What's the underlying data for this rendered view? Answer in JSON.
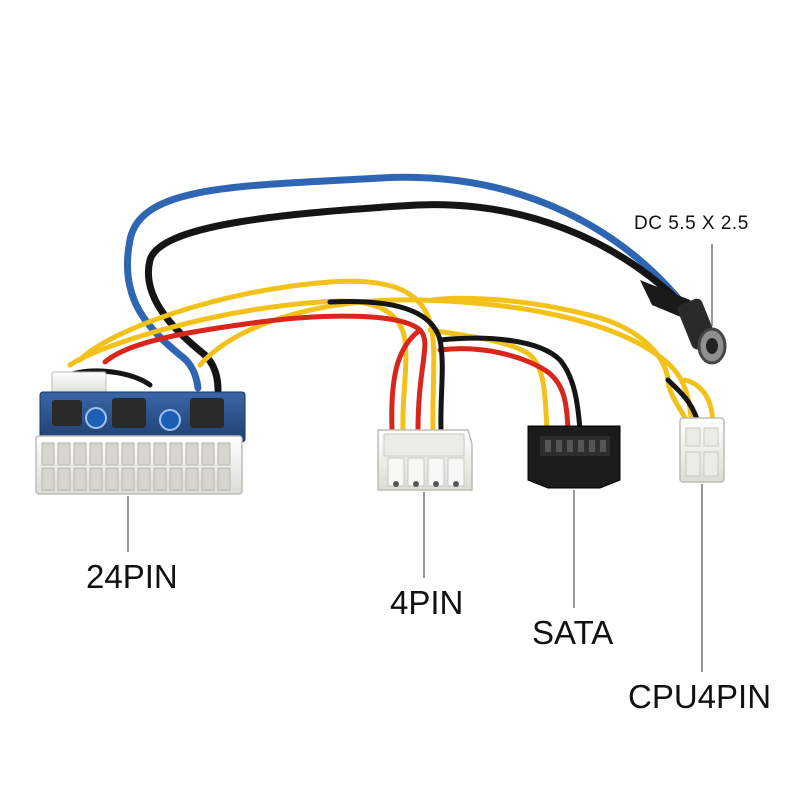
{
  "labels": {
    "pin24": "24PIN",
    "pin4": "4PIN",
    "sata": "SATA",
    "cpu4pin": "CPU4PIN",
    "dc": "DC  5.5 X 2.5"
  },
  "colors": {
    "blue_wire": "#2f66b3",
    "black_wire": "#151515",
    "yellow_wire": "#f2c21a",
    "red_wire": "#d8261c",
    "connector_white": "#f3f3f0",
    "sata_black": "#1b1b1b",
    "pcb_blue": "#2a4f86",
    "leader_line": "#777777"
  }
}
